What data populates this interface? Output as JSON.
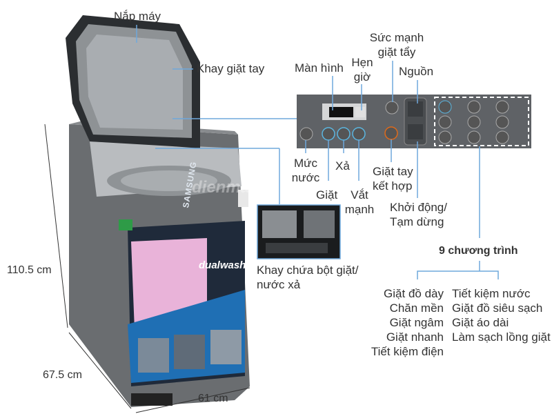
{
  "labels": {
    "lid": "Nắp máy",
    "hand_wash_tray": "Khay giặt tay",
    "display": "Màn hình",
    "timer": [
      "Hẹn",
      "giờ"
    ],
    "wash_power": [
      "Sức mạnh",
      "giặt tẩy"
    ],
    "power": "Nguồn",
    "water_level": [
      "Mức",
      "nước"
    ],
    "rinse": "Xả",
    "wash": "Giặt",
    "spin": [
      "Vắt",
      "mạnh"
    ],
    "combined_hand_wash": [
      "Giặt tay",
      "kết hợp"
    ],
    "start_pause": [
      "Khởi động/",
      "Tạm dừng"
    ],
    "detergent_tray": [
      "Khay chứa bột giặt/",
      "nước xả"
    ]
  },
  "dimensions": {
    "height": "110.5 cm",
    "depth": "67.5 cm",
    "width": "61 cm"
  },
  "programs": {
    "title": "9 chương trình",
    "left": [
      "Giặt đồ dày",
      "Chăn mền",
      "Giặt ngâm",
      "Giặt nhanh",
      "Tiết kiệm điện"
    ],
    "right": [
      "Tiết kiệm nước",
      "Giặt đồ siêu sạch",
      "Giặt áo dài",
      "Làm sạch lồng giặt"
    ]
  },
  "product": {
    "brand": "SAMSUNG",
    "model_line": "dualwash",
    "watermark": "dienmay"
  },
  "colors": {
    "line": "#6fa8dc",
    "body": "#6a6d70",
    "panel": "#5f6266",
    "pink": "#e9b3d9",
    "blue": "#1f6fb4"
  }
}
